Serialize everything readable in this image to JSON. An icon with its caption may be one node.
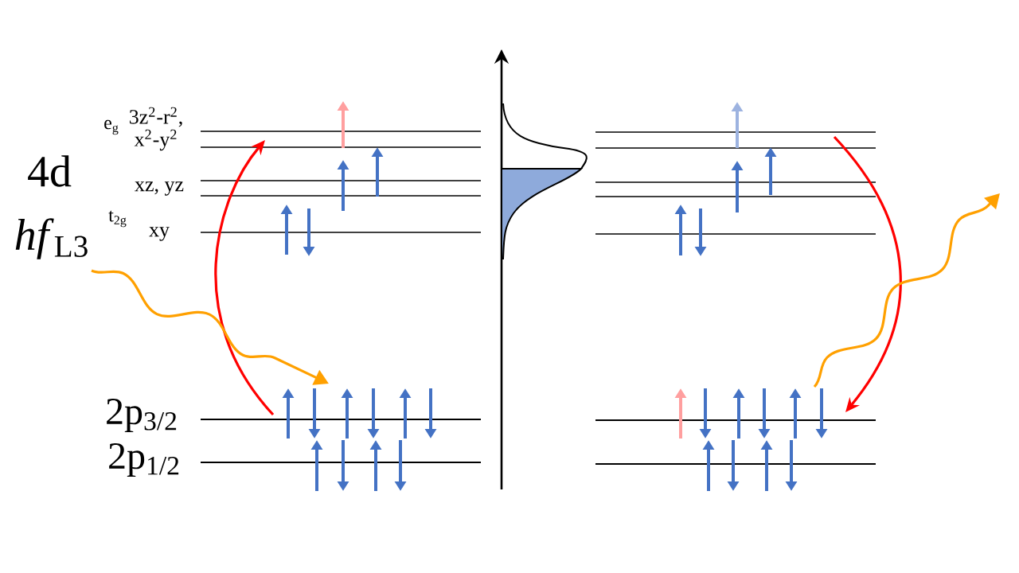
{
  "diagram": {
    "labels": [
      "4d",
      "e$_{g}$",
      "3z$^{2}$-r$^{2}$,",
      "x$^{2}$-y$^{2}$",
      "xz, yz",
      "t$_{2g}$",
      "xy",
      "*hf*$_{L3}$",
      "2p$_{3/2}$",
      "2p$_{1/2}$"
    ]
  }
}
